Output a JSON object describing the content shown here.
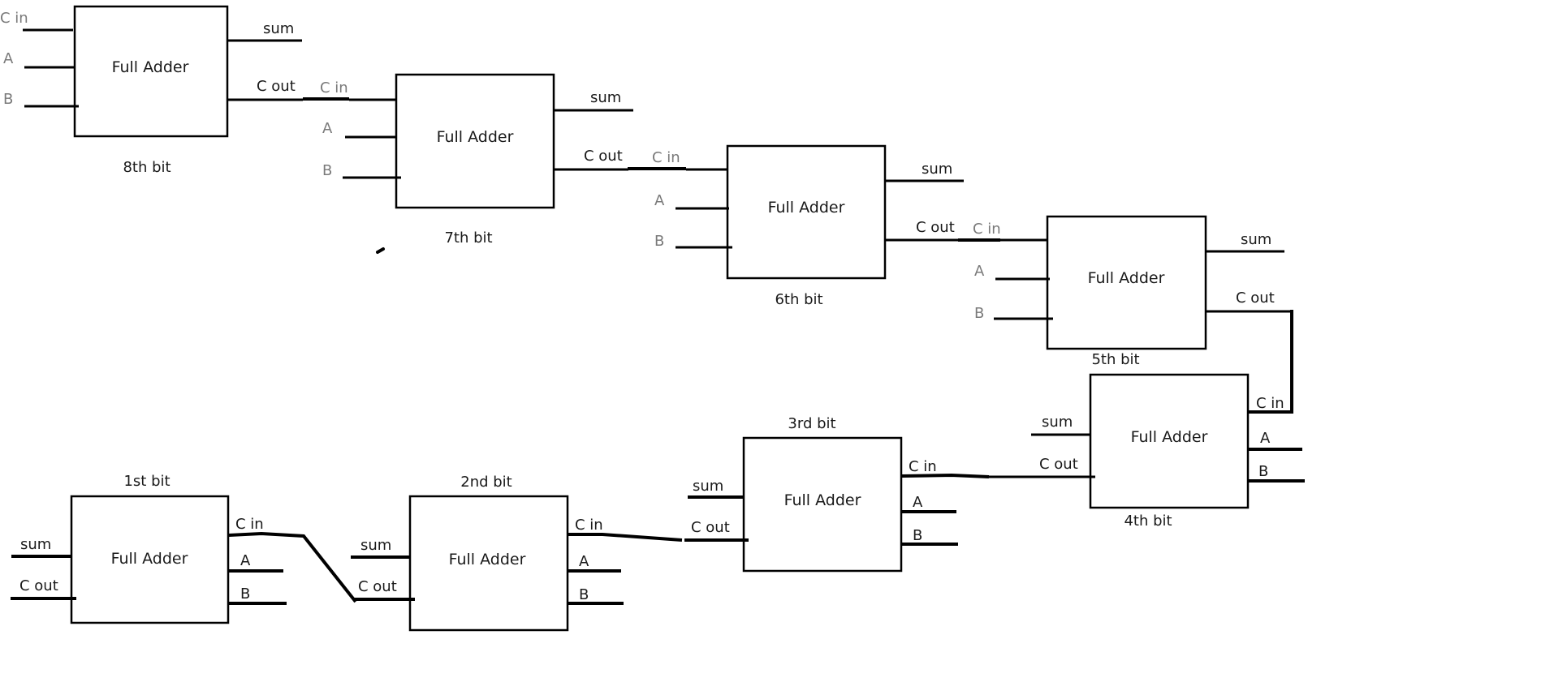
{
  "adders": {
    "a8": {
      "title": "Full Adder",
      "caption": "8th bit",
      "cin": "C in",
      "a": "A",
      "b": "B",
      "sum": "sum",
      "cout": "C out"
    },
    "a7": {
      "title": "Full Adder",
      "caption": "7th bit",
      "cin": "C in",
      "a": "A",
      "b": "B",
      "sum": "sum",
      "cout": "C out"
    },
    "a6": {
      "title": "Full Adder",
      "caption": "6th bit",
      "cin": "C in",
      "a": "A",
      "b": "B",
      "sum": "sum",
      "cout": "C out"
    },
    "a5": {
      "title": "Full Adder",
      "caption": "5th bit",
      "cin": "C in",
      "a": "A",
      "b": "B",
      "sum": "sum",
      "cout": "C out"
    },
    "a4": {
      "title": "Full Adder",
      "caption": "4th bit",
      "cin": "C in",
      "a": "A",
      "b": "B",
      "sum": "sum",
      "cout": "C out"
    },
    "a3": {
      "title": "Full Adder",
      "caption": "3rd bit",
      "cin": "C in",
      "a": "A",
      "b": "B",
      "sum": "sum",
      "cout": "C out"
    },
    "a2": {
      "title": "Full Adder",
      "caption": "2nd bit",
      "cin": "C in",
      "a": "A",
      "b": "B",
      "sum": "sum",
      "cout": "C out"
    },
    "a1": {
      "title": "Full Adder",
      "caption": "1st bit",
      "cin": "C in",
      "a": "A",
      "b": "B",
      "sum": "sum",
      "cout": "C out"
    }
  },
  "colors": {
    "line": "#000000",
    "text": "#1a1a1a",
    "input_label": "#7a7a7a",
    "background": "#ffffff"
  }
}
